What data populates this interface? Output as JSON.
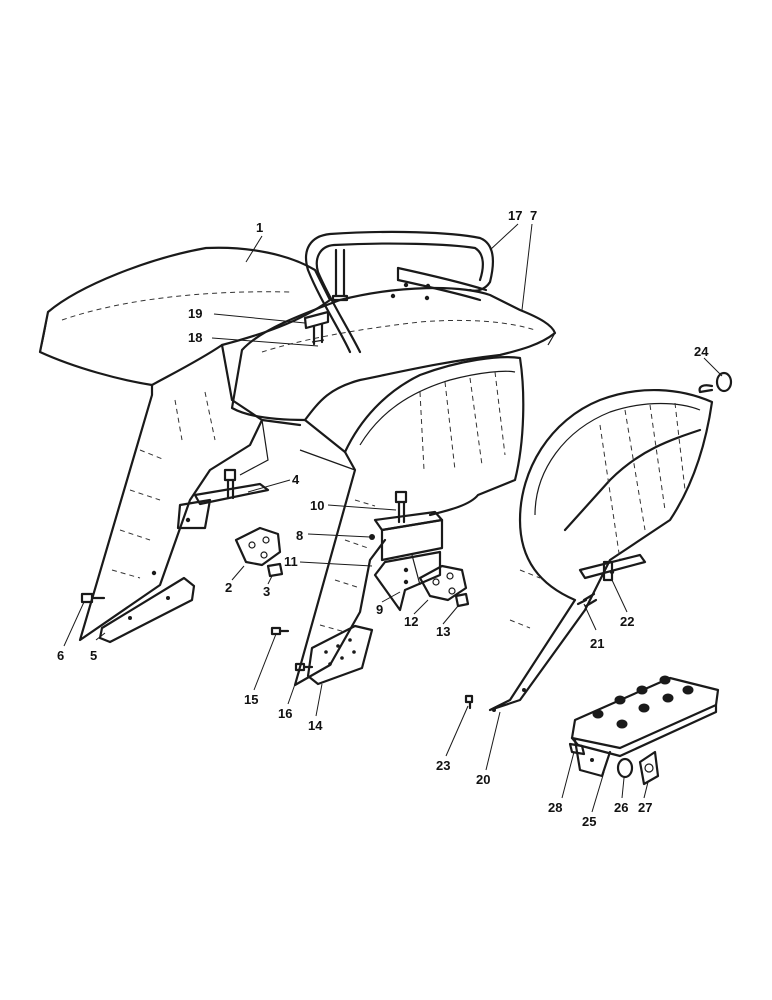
{
  "callouts": [
    {
      "key": "p1",
      "label": "1"
    },
    {
      "key": "p2",
      "label": "2"
    },
    {
      "key": "p3",
      "label": "3"
    },
    {
      "key": "p4",
      "label": "4"
    },
    {
      "key": "p5",
      "label": "5"
    },
    {
      "key": "p6",
      "label": "6"
    },
    {
      "key": "p7",
      "label": "7"
    },
    {
      "key": "p8",
      "label": "8"
    },
    {
      "key": "p9",
      "label": "9"
    },
    {
      "key": "p10",
      "label": "10"
    },
    {
      "key": "p11",
      "label": "11"
    },
    {
      "key": "p12",
      "label": "12"
    },
    {
      "key": "p13",
      "label": "13"
    },
    {
      "key": "p14",
      "label": "14"
    },
    {
      "key": "p15",
      "label": "15"
    },
    {
      "key": "p16",
      "label": "16"
    },
    {
      "key": "p17",
      "label": "17"
    },
    {
      "key": "p18",
      "label": "18"
    },
    {
      "key": "p19",
      "label": "19"
    },
    {
      "key": "p20",
      "label": "20"
    },
    {
      "key": "p21",
      "label": "21"
    },
    {
      "key": "p22",
      "label": "22"
    },
    {
      "key": "p23",
      "label": "23"
    },
    {
      "key": "p24",
      "label": "24"
    },
    {
      "key": "p25",
      "label": "25"
    },
    {
      "key": "p26",
      "label": "26"
    },
    {
      "key": "p27",
      "label": "27"
    },
    {
      "key": "p28",
      "label": "28"
    }
  ]
}
